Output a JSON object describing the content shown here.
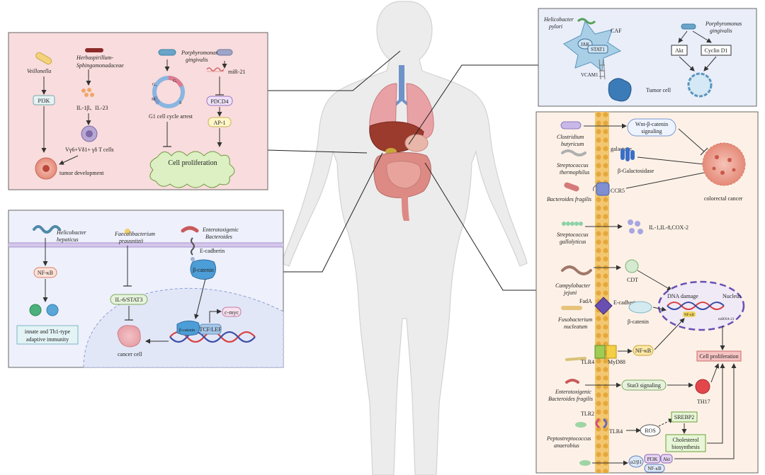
{
  "panels": {
    "stomach": {
      "veillonella": "Veillonella",
      "pi3k": "PI3K",
      "tumor_development": "tumor development",
      "herbaspirillum": "Herbaspirillum-",
      "sphingomonadaceae": "Sphingomonadaceae",
      "il_cytokines": "IL-1β、IL-23",
      "t_cells": "Vγ6+Vδ1+ γδ T cells",
      "porphyromonas_1": "Porphyromonas",
      "porphyromonas_2": "gingivalis",
      "g1_arrest": "G1 cell cycle arrest",
      "mir21": "miR-21",
      "pdcd4": "PDCD4",
      "ap1": "AP-1",
      "cell_proliferation": "Cell proliferation",
      "cycle_labels": [
        "G₁",
        "S",
        "G₂",
        "M"
      ]
    },
    "liver": {
      "helicobacter_1": "Helicobacter",
      "helicobacter_2": "hepaticus",
      "nfkb": "NF-κB",
      "immunity_1": "innate and Th1-type",
      "immunity_2": "adaptive immunity",
      "faecali_1": "Faecalibacterium",
      "faecali_2": "prausnitzii",
      "il6_stat3": "IL-6/STAT3",
      "cancer_cell": "cancer cell",
      "etbf_1": "Enterotoxigenic",
      "etbf_2": "Bacteroides",
      "ecadherin": "E-cadherin",
      "beta_catenin": "β-catenin",
      "beta_catenin_nuc": "β-catenin",
      "tcf_lef": "TCF/LEF",
      "cmyc": "c-myc"
    },
    "esophagus": {
      "helicobacter_1": "Helicobacter",
      "helicobacter_2": "pylori",
      "caf": "CAF",
      "jak": "JAK",
      "stat1": "STAT1",
      "vcam1": "VCAM1",
      "porphyromonas_1": "Porphyromonas",
      "porphyromonas_2": "gingivalis",
      "akt": "Akt",
      "cyclin_d1": "Cyclin D1",
      "tumor_cell": "Tumor cell"
    },
    "colon": {
      "clostridium_1": "Clostridium",
      "clostridium_2": "butyricum",
      "wnt_1": "Wnt-β-catenin",
      "wnt_2": "signaling",
      "galactose": "galactose",
      "strep_therm_1": "Streptococcus",
      "strep_therm_2": "thermophilus",
      "beta_galactosidase": "β-Galactosidase",
      "b_fragilis": "Bacteroides fragilis",
      "ccr5": "CCR5",
      "colorectal_cancer": "colorectal cancer",
      "strep_gall_1": "Streptococcus",
      "strep_gall_2": "gallolyticus",
      "cytokines": "IL-1,IL-8,COX-2",
      "campy_1": "Campylobacter",
      "campy_2": "jejuni",
      "cdt": "CDT",
      "dna_damage": "DNA damage",
      "nucleus": "Nucleus",
      "fada": "FadA",
      "e_cadherin": "E-cadherin",
      "beta_catenin": "β-catenin",
      "nfkb_small": "NF-κB",
      "mirna": "miRNA-21",
      "fuso_1": "Fusobacterium",
      "fuso_2": "nucleatum",
      "tlr4": "TLR4",
      "myd88": "MyD88",
      "nfkb": "NF-κB",
      "cell_proliferation": "Cell proliferation",
      "etbf_1": "Enterotoxigenic",
      "etbf_2": "Bacteroides fragilis",
      "stat3": "Stat3 signaling",
      "th17": "TH17",
      "tlr2": "TLR2",
      "tlr4_b": "TLR4",
      "ros": "ROS",
      "srebp2": "SREBP2",
      "chol_1": "Cholesterol",
      "chol_2": "biosynthesis",
      "pepto_1": "Peptostreptococcus",
      "pepto_2": "anaerobius",
      "a2b1": "α2/β1",
      "pi3k": "PI3K",
      "akt": "Akt",
      "nfkb_b": "NF-κB"
    }
  }
}
